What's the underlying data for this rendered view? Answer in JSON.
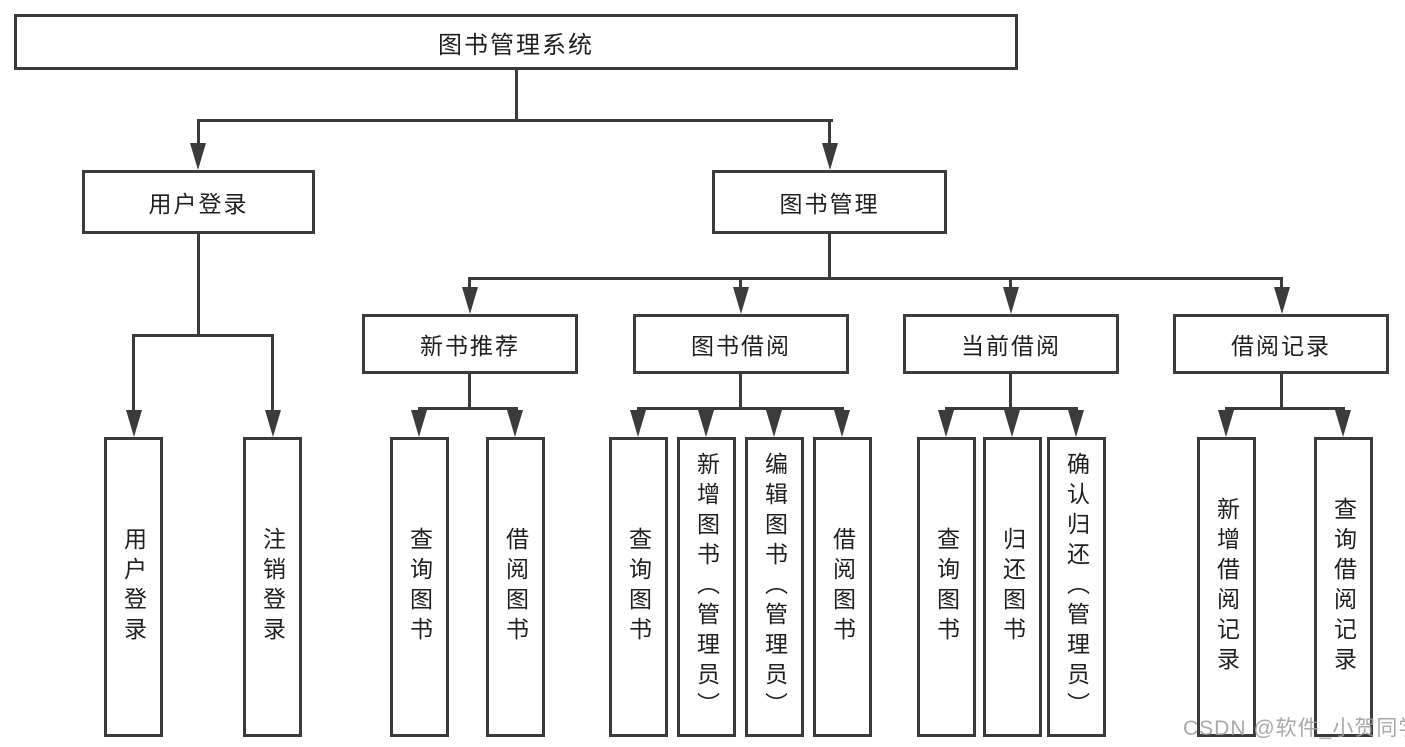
{
  "colors": {
    "line": "#3b3b3b",
    "text": "#1f1f1f",
    "watermark": "#a0a0a0",
    "background": "#ffffff"
  },
  "watermark": "CSDN @软件_小贺同学",
  "tree": {
    "root": "图书管理系统",
    "branches": [
      {
        "label": "用户登录",
        "leaves": [
          "用户登录",
          "注销登录"
        ]
      },
      {
        "label": "图书管理",
        "groups": [
          {
            "label": "新书推荐",
            "leaves": [
              "查询图书",
              "借阅图书"
            ]
          },
          {
            "label": "图书借阅",
            "leaves": [
              "查询图书",
              "新增图书（管理员）",
              "编辑图书（管理员）",
              "借阅图书"
            ]
          },
          {
            "label": "当前借阅",
            "leaves": [
              "查询图书",
              "归还图书",
              "确认归还（管理员）"
            ]
          },
          {
            "label": "借阅记录",
            "leaves": [
              "新增借阅记录",
              "查询借阅记录"
            ]
          }
        ]
      }
    ]
  }
}
